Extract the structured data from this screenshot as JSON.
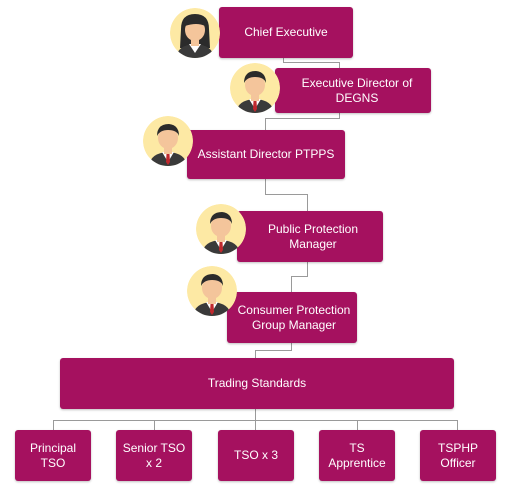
{
  "colors": {
    "box": "#a5115f",
    "connector": "#9a9a9a",
    "avatar_bg": "#fde9a4",
    "skin": "#f4c59b",
    "hair": "#2b2b2b",
    "suit": "#3a3a3a",
    "tie": "#c0282d",
    "shirt": "#ffffff"
  },
  "roles": {
    "chief_executive": {
      "label": "Chief Executive",
      "avatar": "female-avatar-icon"
    },
    "executive_director": {
      "label": "Executive Director of\nDEGNS",
      "avatar": "male-avatar-icon"
    },
    "assistant_director": {
      "label": "Assistant Director PTPPS",
      "avatar": "male-avatar-icon"
    },
    "public_protection_manager": {
      "label": "Public Protection\nManager",
      "avatar": "male-avatar-icon"
    },
    "consumer_protection_manager": {
      "label": "Consumer Protection\nGroup Manager",
      "avatar": "male-avatar-icon"
    },
    "trading_standards": {
      "label": "Trading Standards"
    }
  },
  "team": [
    {
      "label": "Principal\nTSO"
    },
    {
      "label": "Senior TSO\nx 2"
    },
    {
      "label": "TSO x 3"
    },
    {
      "label": "TS\nApprentice"
    },
    {
      "label": "TSPHP\nOfficer"
    }
  ]
}
